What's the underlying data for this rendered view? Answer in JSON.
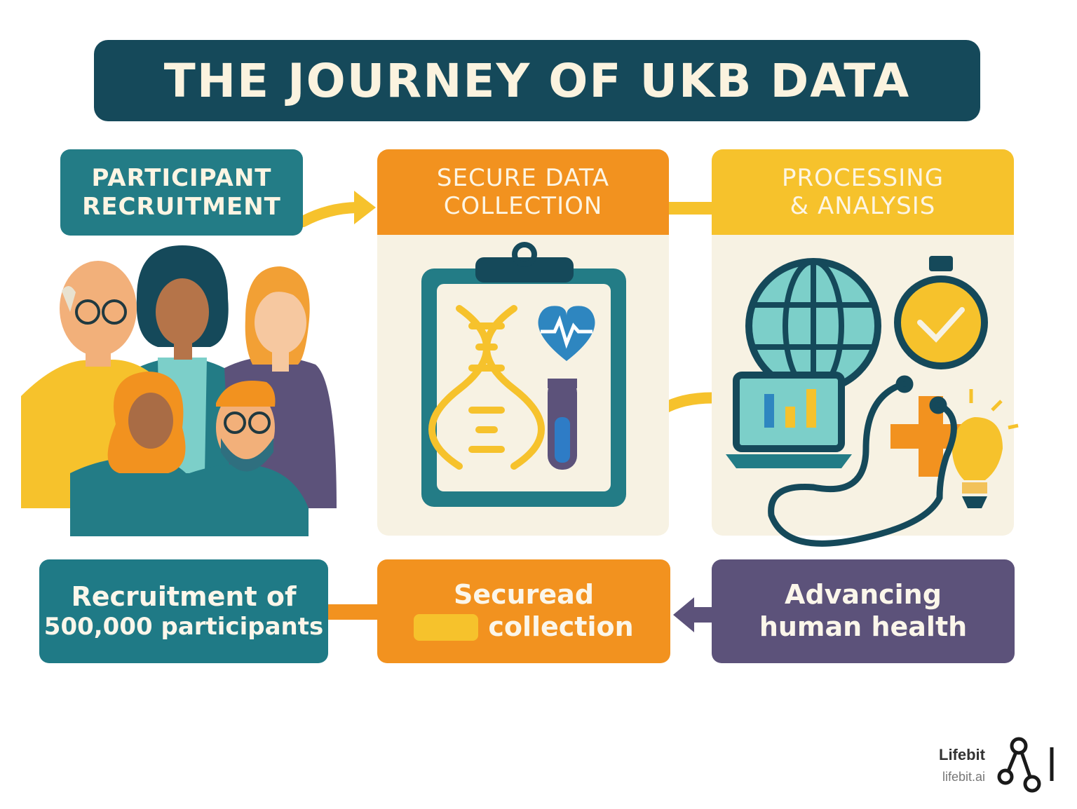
{
  "title": "THE JOURNEY OF UKB DATA",
  "steps": {
    "recruitment": {
      "line1": "PARTICIPANT",
      "line2": "RECRUITMENT",
      "color": "#237c86"
    },
    "collection": {
      "line1": "SECURE DATA",
      "line2": "COLLECTION",
      "color": "#f2921f"
    },
    "processing": {
      "line1": "PROCESSING",
      "line2": "& ANALYSIS",
      "color": "#f6c22c"
    }
  },
  "outcomes": {
    "recruitment": {
      "line1": "Recruitment of",
      "line2": "500,000 participants",
      "color": "#1f7a86"
    },
    "collection": {
      "line1": "Securead",
      "line2": "collection",
      "color": "#f2921f"
    },
    "health": {
      "line1": "Advancing",
      "line2": "human health",
      "color": "#5c527a"
    }
  },
  "brand": {
    "name": "Lifebit",
    "url": "lifebit.ai"
  },
  "icons": [
    "people-group-icon",
    "clipboard-icon",
    "dna-icon",
    "heart-pulse-icon",
    "test-tube-icon",
    "globe-icon",
    "stopwatch-check-icon",
    "laptop-chart-icon",
    "stethoscope-icon",
    "medical-cross-icon",
    "lightbulb-icon",
    "lifebit-logo-icon"
  ]
}
